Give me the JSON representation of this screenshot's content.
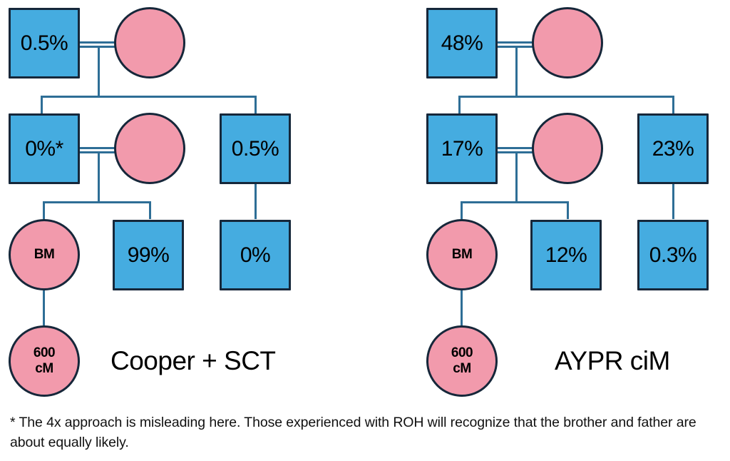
{
  "figure": {
    "type": "pedigree-comparison-diagram",
    "background": "#ffffff",
    "colors": {
      "male_square_fill": "#45ACE0",
      "female_circle_fill": "#F29AAC",
      "node_stroke": "#16273a",
      "connector_line": "#2E6E96",
      "text": "#000000"
    }
  },
  "groups": [
    {
      "id": "left",
      "caption": "Cooper + SCT",
      "nodes": {
        "gen1_male": "0.5%",
        "gen1_female": "",
        "gen2_male": "0%*",
        "gen2_female": "",
        "gen2_uncle": "0.5%",
        "gen3_bm": "BM",
        "gen3_brother": "99%",
        "gen3_cousin": "0%",
        "gen4_target": "600\ncM"
      }
    },
    {
      "id": "right",
      "caption": "AYPR ciM",
      "nodes": {
        "gen1_male": "48%",
        "gen1_female": "",
        "gen2_male": "17%",
        "gen2_female": "",
        "gen2_uncle": "23%",
        "gen3_bm": "BM",
        "gen3_brother": "12%",
        "gen3_cousin": "0.3%",
        "gen4_target": "600\ncM"
      }
    }
  ],
  "footnote": {
    "text": "* The 4x approach is misleading here. Those experienced with ROH will recognize that the brother and father are about equally likely."
  }
}
